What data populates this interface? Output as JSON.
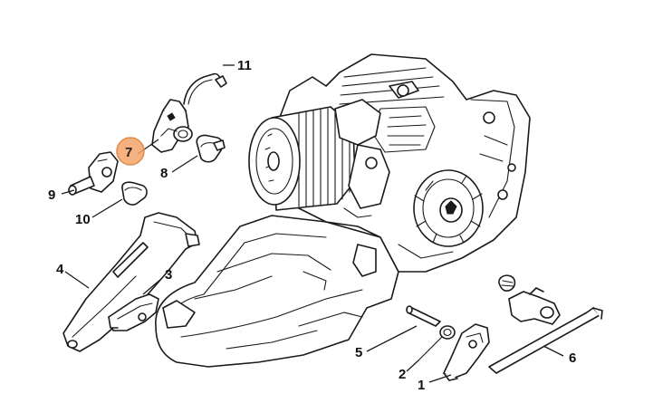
{
  "diagram": {
    "highlight_color": "#f4a36b",
    "highlight_stroke": "#e08a4c",
    "callouts": [
      {
        "id": "1",
        "text": "1"
      },
      {
        "id": "2",
        "text": "2"
      },
      {
        "id": "3",
        "text": "3"
      },
      {
        "id": "4",
        "text": "4"
      },
      {
        "id": "5",
        "text": "5"
      },
      {
        "id": "6",
        "text": "6"
      },
      {
        "id": "7",
        "text": "7",
        "highlighted": true
      },
      {
        "id": "8",
        "text": "8"
      },
      {
        "id": "9",
        "text": "9"
      },
      {
        "id": "10",
        "text": "10"
      },
      {
        "id": "11",
        "text": "11"
      }
    ]
  }
}
